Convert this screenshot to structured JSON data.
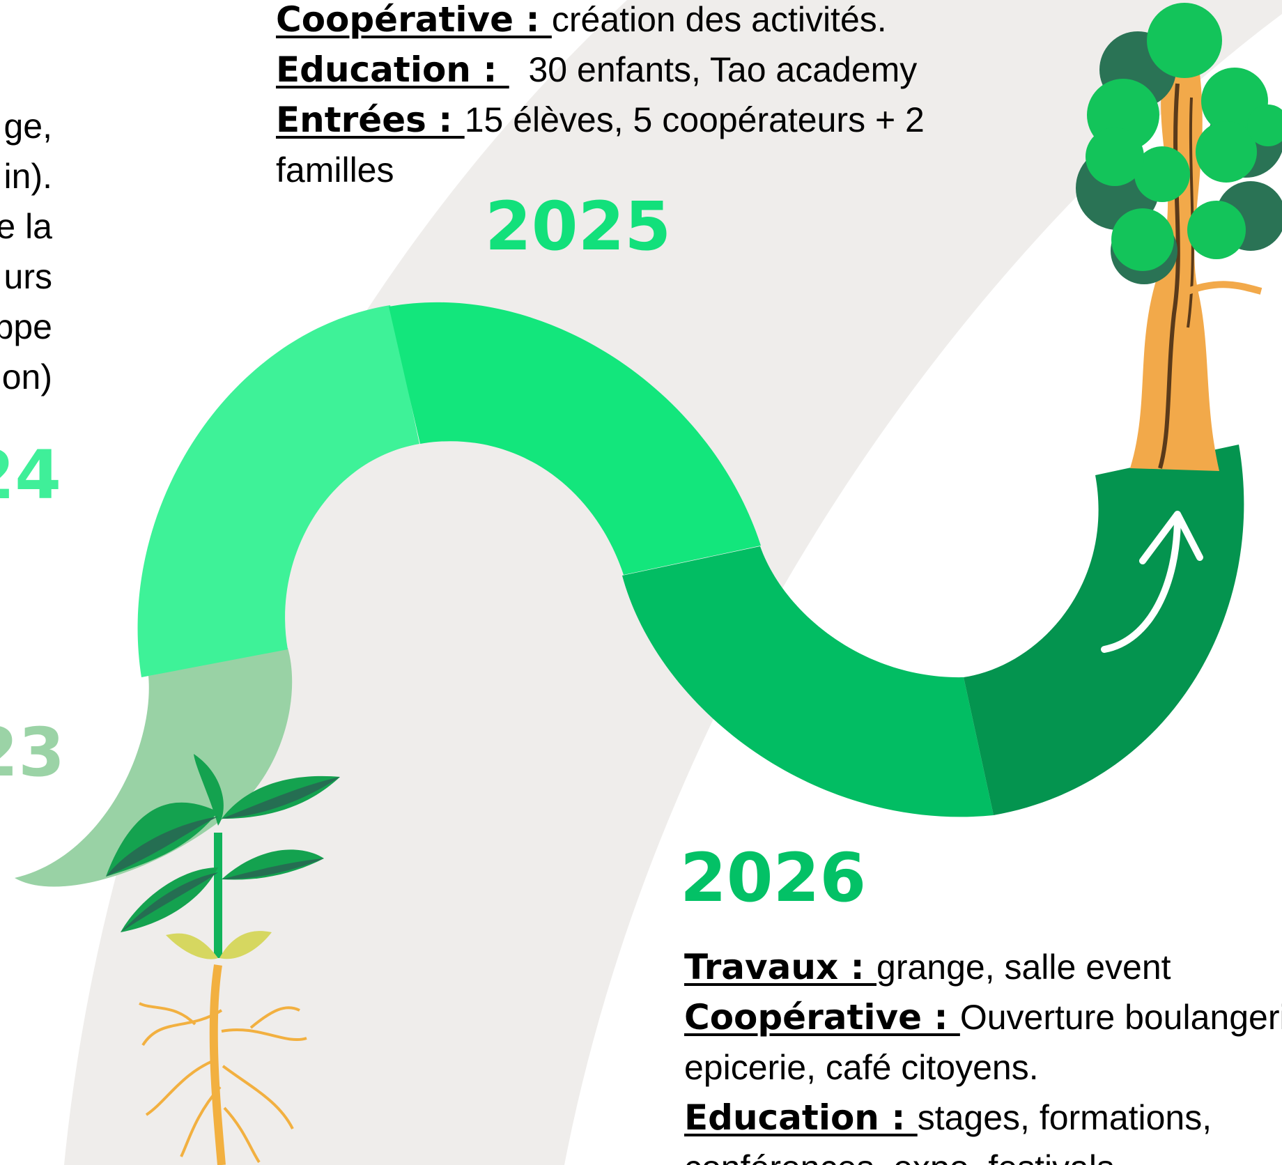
{
  "colors": {
    "bg_arc": "#efedeb",
    "seg_2023": "#99d2a5",
    "seg_2024": "#3ef298",
    "seg_2025": "#13e67c",
    "seg_2026": "#02bd63",
    "seg_end": "#04944f",
    "year_2023": "#9bd3a6",
    "year_2024": "#3fef99",
    "year_2025": "#12e07b",
    "year_2026": "#03c166"
  },
  "years": {
    "y2023": "23",
    "y2024": "24",
    "y2025": "2025",
    "y2026": "2026"
  },
  "left_panel": {
    "lines": [
      "ge,",
      "in).",
      "e la",
      "urs",
      "ppe",
      "on)"
    ]
  },
  "top_block": {
    "coop_label": "Coopérative : ",
    "coop_text": "création des activités.",
    "edu_label": "Education : ",
    "edu_text": "  30 enfants, Tao academy",
    "entrees_label": "Entrées : ",
    "entrees_text": "15 élèves, 5 coopérateurs + 2",
    "entrees_cont": "familles"
  },
  "bottom_block": {
    "travaux_label": "Travaux : ",
    "travaux_text": "grange, salle event",
    "coop_label": "Coopérative : ",
    "coop_text": "Ouverture boulangerie,",
    "coop_cont": "epicerie, café citoyens.",
    "edu_label": "Education : ",
    "edu_text": "stages, formations,",
    "edu_cont": "conférences, expo, festivals"
  },
  "icons": {
    "seedling": "seedling-icon",
    "tree": "tree-icon",
    "arrow": "arrow-up-icon"
  }
}
